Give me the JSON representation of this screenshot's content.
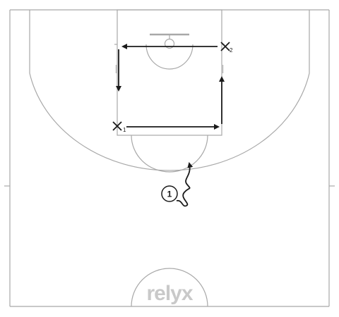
{
  "defenders": [
    {
      "id": "x1",
      "label": "1"
    },
    {
      "id": "x2",
      "label": "2"
    }
  ],
  "offense": [
    {
      "id": "o1",
      "label": "1"
    }
  ],
  "watermark": "relyx",
  "colors": {
    "court_lines": "#a8a8a8",
    "movement": "#1a1a1a",
    "watermark": "#c9c9c9"
  }
}
